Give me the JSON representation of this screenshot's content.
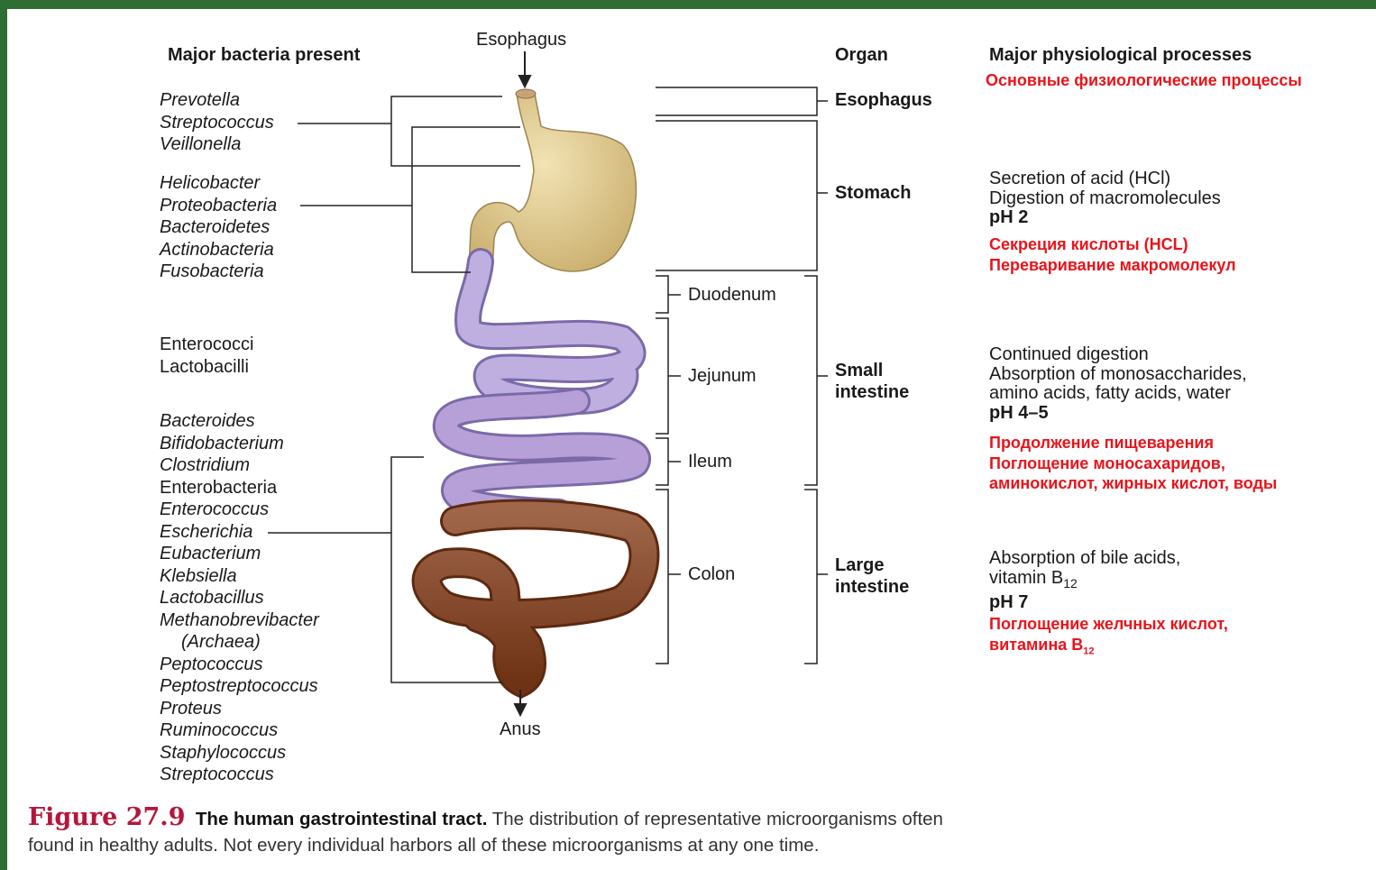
{
  "headers": {
    "bacteria": "Major bacteria present",
    "organ": "Organ",
    "processes": "Major physiological processes",
    "processes_ru": "Основные физиологические процессы"
  },
  "anatomy": {
    "top_label": "Esophagus",
    "bottom_label": "Anus"
  },
  "bacteria_groups": [
    {
      "items": [
        {
          "t": "Prevotella",
          "i": true
        },
        {
          "t": "Streptococcus",
          "i": true
        },
        {
          "t": "Veillonella",
          "i": true
        }
      ]
    },
    {
      "items": [
        {
          "t": "Helicobacter",
          "i": true
        },
        {
          "t": "Proteobacteria",
          "i": true
        },
        {
          "t": "Bacteroidetes",
          "i": true
        },
        {
          "t": "Actinobacteria",
          "i": true
        },
        {
          "t": "Fusobacteria",
          "i": true
        }
      ]
    },
    {
      "items": [
        {
          "t": "Enterococci",
          "i": false
        },
        {
          "t": "Lactobacilli",
          "i": false
        }
      ]
    },
    {
      "items": [
        {
          "t": "Bacteroides",
          "i": true
        },
        {
          "t": "Bifidobacterium",
          "i": true
        },
        {
          "t": "Clostridium",
          "i": true
        },
        {
          "t": "Enterobacteria",
          "i": false
        },
        {
          "t": "Enterococcus",
          "i": true
        },
        {
          "t": "Escherichia",
          "i": true
        },
        {
          "t": "Eubacterium",
          "i": true
        },
        {
          "t": "Klebsiella",
          "i": true
        },
        {
          "t": "Lactobacillus",
          "i": true
        },
        {
          "t": "Methanobrevibacter",
          "i": true
        },
        {
          "t": "(Archaea)",
          "i": true
        },
        {
          "t": "Peptococcus",
          "i": true
        },
        {
          "t": "Peptostreptococcus",
          "i": true
        },
        {
          "t": "Proteus",
          "i": true
        },
        {
          "t": "Ruminococcus",
          "i": true
        },
        {
          "t": "Staphylococcus",
          "i": true
        },
        {
          "t": "Streptococcus",
          "i": true
        }
      ]
    }
  ],
  "segments": {
    "duodenum": "Duodenum",
    "jejunum": "Jejunum",
    "ileum": "Ileum",
    "colon": "Colon"
  },
  "organs": {
    "esophagus": "Esophagus",
    "stomach": "Stomach",
    "small_1": "Small",
    "small_2": "intestine",
    "large_1": "Large",
    "large_2": "intestine"
  },
  "processes": {
    "stomach": {
      "l1": "Secretion of acid (HCl)",
      "l2": "Digestion of macromolecules",
      "ph": "pH 2",
      "ru1": "Секреция кислоты (HCL)",
      "ru2": "Переваривание макромолекул"
    },
    "small": {
      "l1": "Continued digestion",
      "l2": "Absorption of monosaccharides,",
      "l3": "amino acids, fatty acids, water",
      "ph": "pH 4–5",
      "ru1": "Продолжение пищеварения",
      "ru2": "Поглощение моносахаридов,",
      "ru3": "аминокислот, жирных кислот, воды"
    },
    "large": {
      "l1": "Absorption of bile acids,",
      "l2a": "vitamin B",
      "l2sub": "12",
      "ph": "pH 7",
      "ru1": "Поглощение желчных кислот,",
      "ru2a": "витамина B",
      "ru2sub": "12"
    }
  },
  "caption": {
    "fig": "Figure 27.9",
    "title": "The human gastrointestinal tract.",
    "line1": "The distribution of representative microorganisms often",
    "line2": "found in healthy adults. Not every individual harbors all of these microorganisms at any one time."
  },
  "colors": {
    "frame": "#2f6e33",
    "red": "#e8141b",
    "figure": "#b5163a"
  }
}
